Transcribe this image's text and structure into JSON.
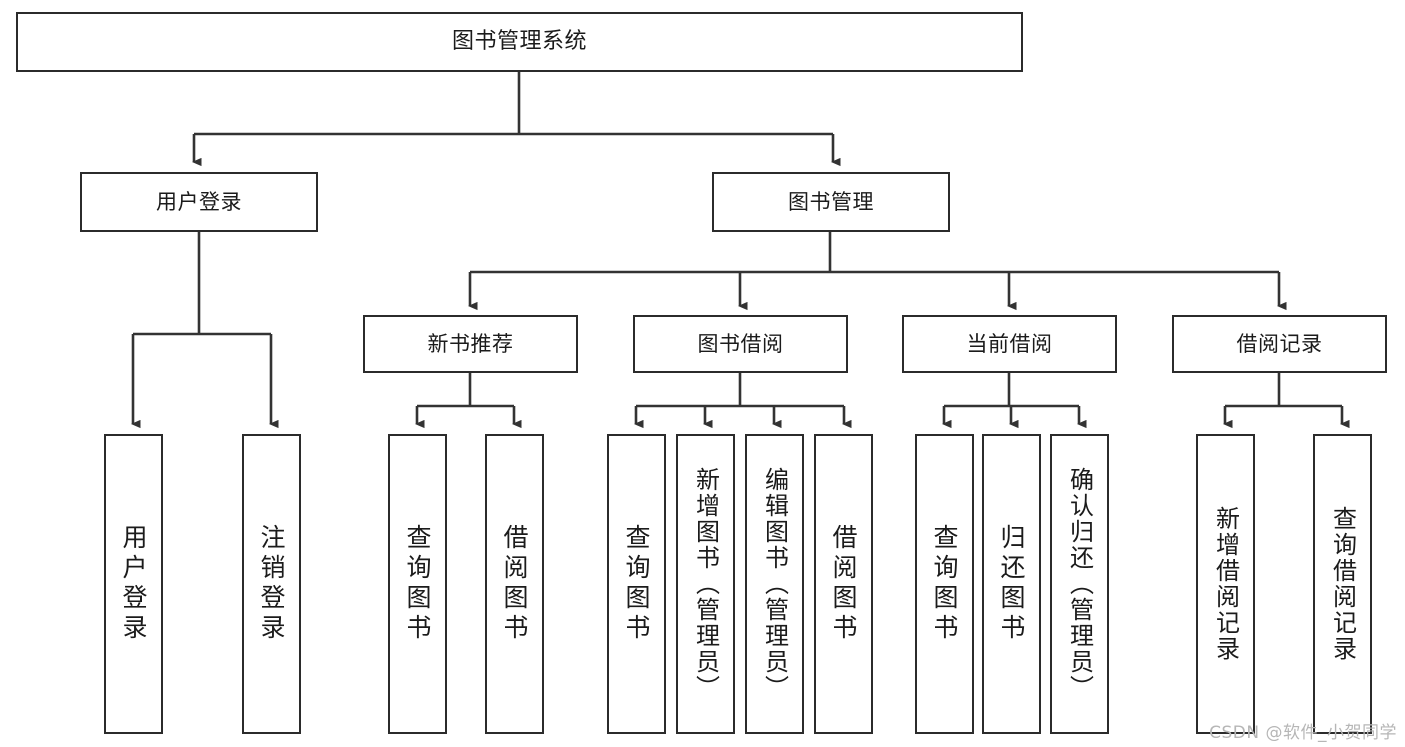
{
  "diagram": {
    "title": "图书管理系统",
    "type": "tree",
    "orientation": "top-down",
    "colors": {
      "node_border": "#2b2b2b",
      "node_fill": "#ffffff",
      "connector": "#333333",
      "text": "#1b1b1b",
      "watermark": "#b6b6b6",
      "background": "#ffffff"
    },
    "nodes": {
      "root": {
        "label": "图书管理系统"
      },
      "level2": [
        {
          "id": "user-login",
          "label": "用户登录"
        },
        {
          "id": "book-manage",
          "label": "图书管理"
        }
      ],
      "level3": [
        {
          "id": "new-book-recommend",
          "label": "新书推荐"
        },
        {
          "id": "book-borrow",
          "label": "图书借阅"
        },
        {
          "id": "current-borrow",
          "label": "当前借阅"
        },
        {
          "id": "borrow-record",
          "label": "借阅记录"
        }
      ],
      "leaves": {
        "user_login": [
          {
            "id": "leaf-user-login",
            "label": "用户登录"
          },
          {
            "id": "leaf-logout-login",
            "label": "注销登录"
          }
        ],
        "new_book_recommend": [
          {
            "id": "leaf-query-book-1",
            "label": "查询图书"
          },
          {
            "id": "leaf-borrow-book-1",
            "label": "借阅图书"
          }
        ],
        "book_borrow": [
          {
            "id": "leaf-query-book-2",
            "label": "查询图书"
          },
          {
            "id": "leaf-add-book-admin",
            "label": "新增图书（管理员）"
          },
          {
            "id": "leaf-edit-book-admin",
            "label": "编辑图书（管理员）"
          },
          {
            "id": "leaf-borrow-book-2",
            "label": "借阅图书"
          }
        ],
        "current_borrow": [
          {
            "id": "leaf-query-book-3",
            "label": "查询图书"
          },
          {
            "id": "leaf-return-book",
            "label": "归还图书"
          },
          {
            "id": "leaf-confirm-return-admin",
            "label": "确认归还（管理员）"
          }
        ],
        "borrow_record": [
          {
            "id": "leaf-add-borrow-record",
            "label": "新增借阅记录"
          },
          {
            "id": "leaf-query-borrow-record",
            "label": "查询借阅记录"
          }
        ]
      }
    }
  },
  "watermark": {
    "text": "CSDN @软件_小贺同学"
  }
}
